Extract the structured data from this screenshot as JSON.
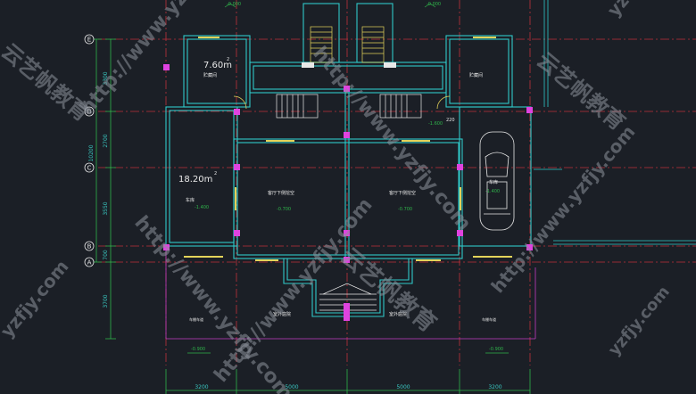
{
  "drawing": {
    "grid_labels": [
      "E",
      "D",
      "C",
      "B",
      "A"
    ],
    "left_dims": [
      "3300",
      "2700",
      "10200",
      "3550",
      "700",
      "3700"
    ],
    "bottom_dims": [
      "3200",
      "5000",
      "5000",
      "3200"
    ],
    "rooms": {
      "storage_left": "贮藏间",
      "storage_right": "贮藏间",
      "garage_left": "车库",
      "garage_right": "车库",
      "basement_left": "客厅下侧挖空",
      "basement_right": "客厅下侧挖空",
      "yard_left": "室外庭院",
      "yard_right": "室外庭院",
      "parking_left": "车棚车道",
      "parking_right": "车棚车道"
    },
    "areas": {
      "storage": "7.60m",
      "garage": "18.20m",
      "sup": "2"
    },
    "levels": {
      "top_left": "-0.000",
      "top_right": "-0.000",
      "garage_left": "-1.400",
      "garage_right": "-1.400",
      "stair_right": "-1.600",
      "basement_left": "-0.700",
      "basement_right": "-0.700",
      "ext_left": "-0.900",
      "ext_right": "-0.900",
      "step_label": "220"
    },
    "watermarks": {
      "url": "http://www.yzfjy.com",
      "brand": "云艺帆教育",
      "short": "yzfjy.com"
    }
  }
}
